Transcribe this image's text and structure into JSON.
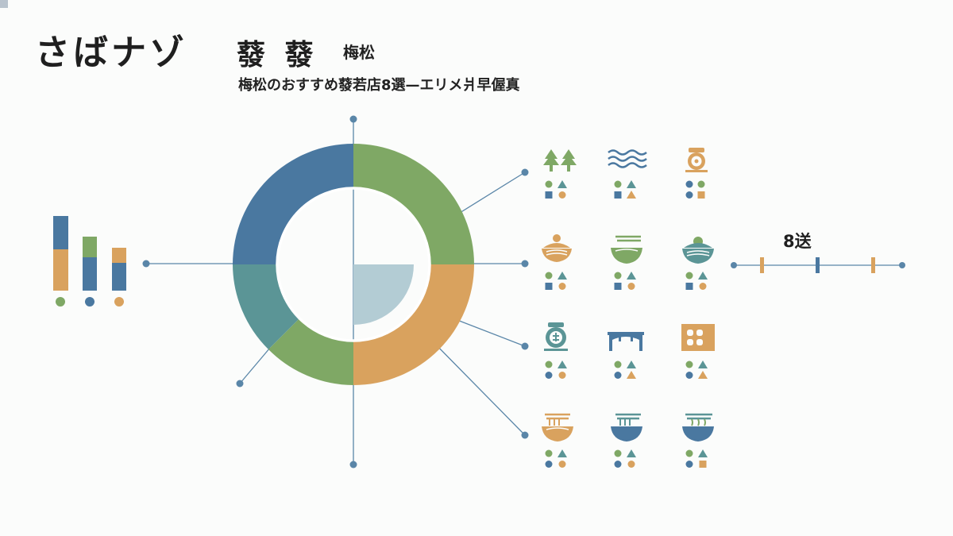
{
  "header": {
    "title_main": "さばナゾ",
    "title_big": "蕟 蕟",
    "title_small": "梅松",
    "subtitle": "梅松のおすすめ蕟若店8選—エリメ爿早偓真"
  },
  "timeline": {
    "count_label": "8送"
  },
  "colors": {
    "blue": "#4a78a0",
    "green": "#7fa865",
    "orange": "#d9a25e",
    "teal": "#5b9596",
    "light_blue": "#b3ccd4",
    "line": "#5a86a8"
  },
  "icons": [
    {
      "name": "trees-icon"
    },
    {
      "name": "waves-icon"
    },
    {
      "name": "clock-icon"
    },
    {
      "name": "noodle-bowl-icon"
    },
    {
      "name": "soup-bowl-icon"
    },
    {
      "name": "ramen-bowl-icon"
    },
    {
      "name": "shrine-icon"
    },
    {
      "name": "bridge-icon"
    },
    {
      "name": "building-icon"
    },
    {
      "name": "ramen-chopsticks-icon"
    },
    {
      "name": "blue-bowl-icon"
    },
    {
      "name": "noodle-steam-icon"
    }
  ]
}
